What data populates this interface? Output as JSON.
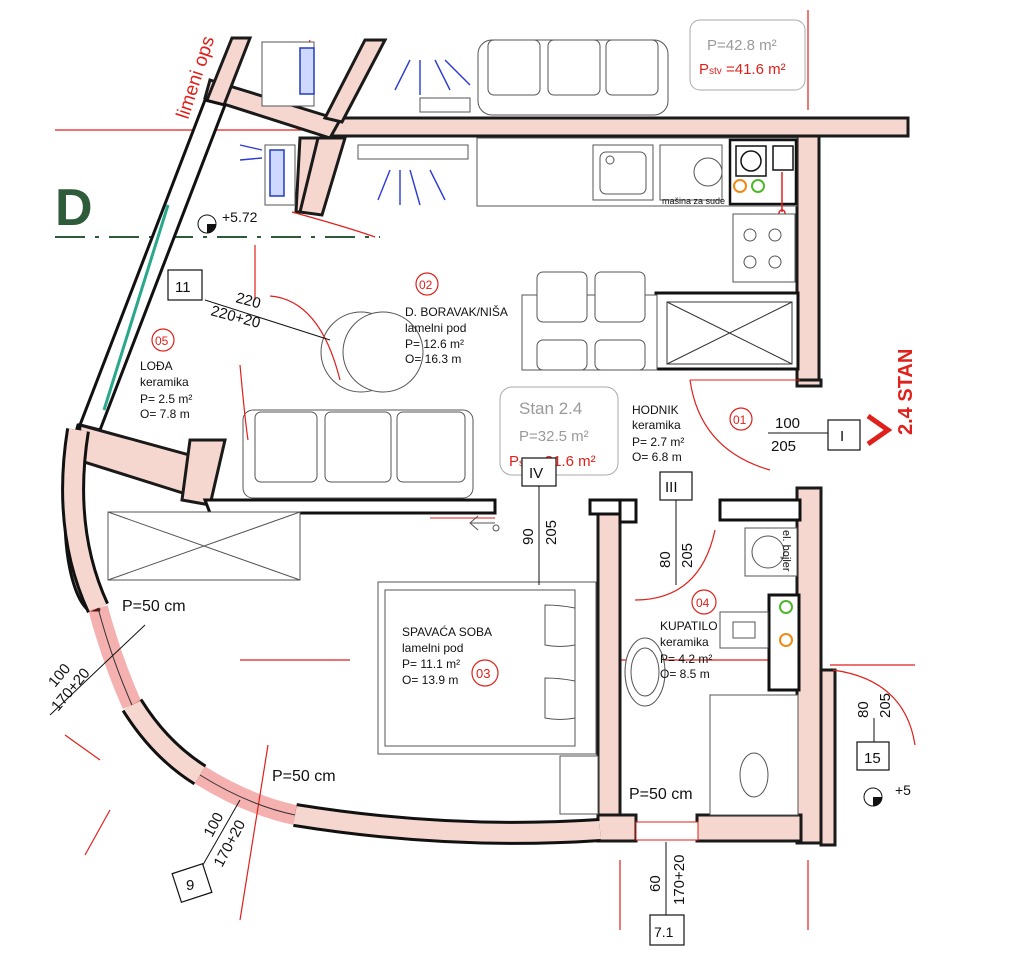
{
  "apartment": {
    "name": "Stan 2.4",
    "area": "P=32.5 m²",
    "area_net_prefix": "P",
    "area_net_sub": "stv",
    "area_net_value": " =31.6 m²",
    "side_label": "2.4  STAN",
    "neighbor_area": "P=42.8 m²",
    "neighbor_net_prefix": "P",
    "neighbor_net_sub": "stv",
    "neighbor_net_value": " =41.6 m²"
  },
  "rooms": [
    {
      "number": "01",
      "name": "HODNIK",
      "floor": "keramika",
      "area": "P= 2.7 m²",
      "perimeter": "O= 6.8 m"
    },
    {
      "number": "02",
      "name": "D. BORAVAK/NIŠA",
      "floor": "lamelni pod",
      "area": "P= 12.6 m²",
      "perimeter": "O= 16.3 m"
    },
    {
      "number": "03",
      "name": "SPAVAĆA SOBA",
      "floor": "lamelni pod",
      "area": "P= 11.1 m²",
      "perimeter": "O= 13.9 m"
    },
    {
      "number": "04",
      "name": "KUPATILO",
      "floor": "keramika",
      "area": "P= 4.2 m²",
      "perimeter": "O= 8.5 m"
    },
    {
      "number": "05",
      "name": "LOĐA",
      "floor": "keramika",
      "area": "P= 2.5 m²",
      "perimeter": "O= 7.8 m"
    }
  ],
  "doors": {
    "d_i": {
      "tag": "I",
      "w": "100",
      "h": "205"
    },
    "d_iii": {
      "tag": "III",
      "w": "80",
      "h": "205"
    },
    "d_iv": {
      "tag": "IV",
      "w": "90",
      "h": "205"
    },
    "d_15": {
      "tag": "15",
      "w": "80",
      "h": "205"
    },
    "d_11": {
      "tag": "11",
      "w": "220",
      "h": "220+20"
    }
  },
  "windows": {
    "w_9": {
      "tag": "9",
      "w": "100",
      "h": "170+20"
    },
    "w_left": {
      "w": "100",
      "h": "170+20"
    },
    "w_bottom": {
      "tag": "7.1",
      "w": "60",
      "h": "170+20"
    }
  },
  "parapets": {
    "p1": "P=50 cm",
    "p2": "P=50 cm",
    "p3": "P=50 cm"
  },
  "levels": {
    "left": "+5.72",
    "right": "+5"
  },
  "appliances": {
    "washer": "mašina za sude",
    "boiler": "el. bojler"
  },
  "misc": {
    "roof_text": "limeni ops",
    "axis_letter": "D"
  }
}
